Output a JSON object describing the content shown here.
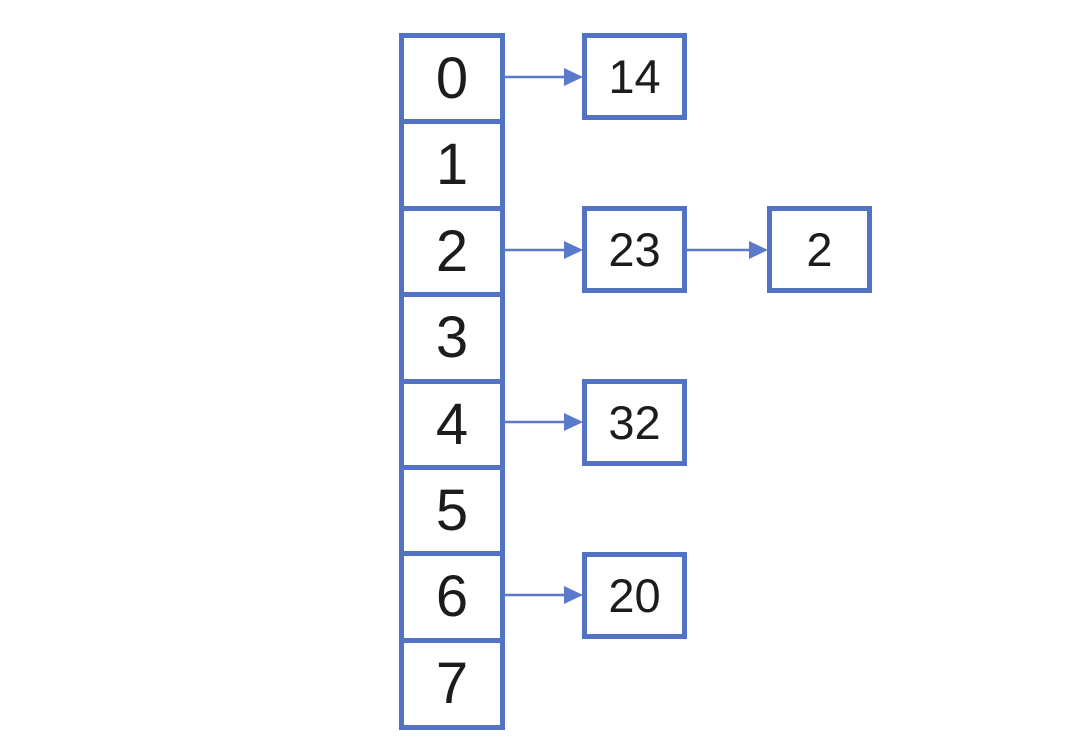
{
  "diagram_type": "hash-table-separate-chaining",
  "colors": {
    "box_border": "#5272c4",
    "arrow": "#5b79ca",
    "text": "#1c1c1c",
    "background": "#ffffff"
  },
  "array": {
    "cells": [
      {
        "label": "0"
      },
      {
        "label": "1"
      },
      {
        "label": "2"
      },
      {
        "label": "3"
      },
      {
        "label": "4"
      },
      {
        "label": "5"
      },
      {
        "label": "6"
      },
      {
        "label": "7"
      }
    ]
  },
  "chains": [
    {
      "bucket": 0,
      "nodes": [
        "14"
      ]
    },
    {
      "bucket": 2,
      "nodes": [
        "23",
        "2"
      ]
    },
    {
      "bucket": 4,
      "nodes": [
        "32"
      ]
    },
    {
      "bucket": 6,
      "nodes": [
        "20"
      ]
    }
  ]
}
